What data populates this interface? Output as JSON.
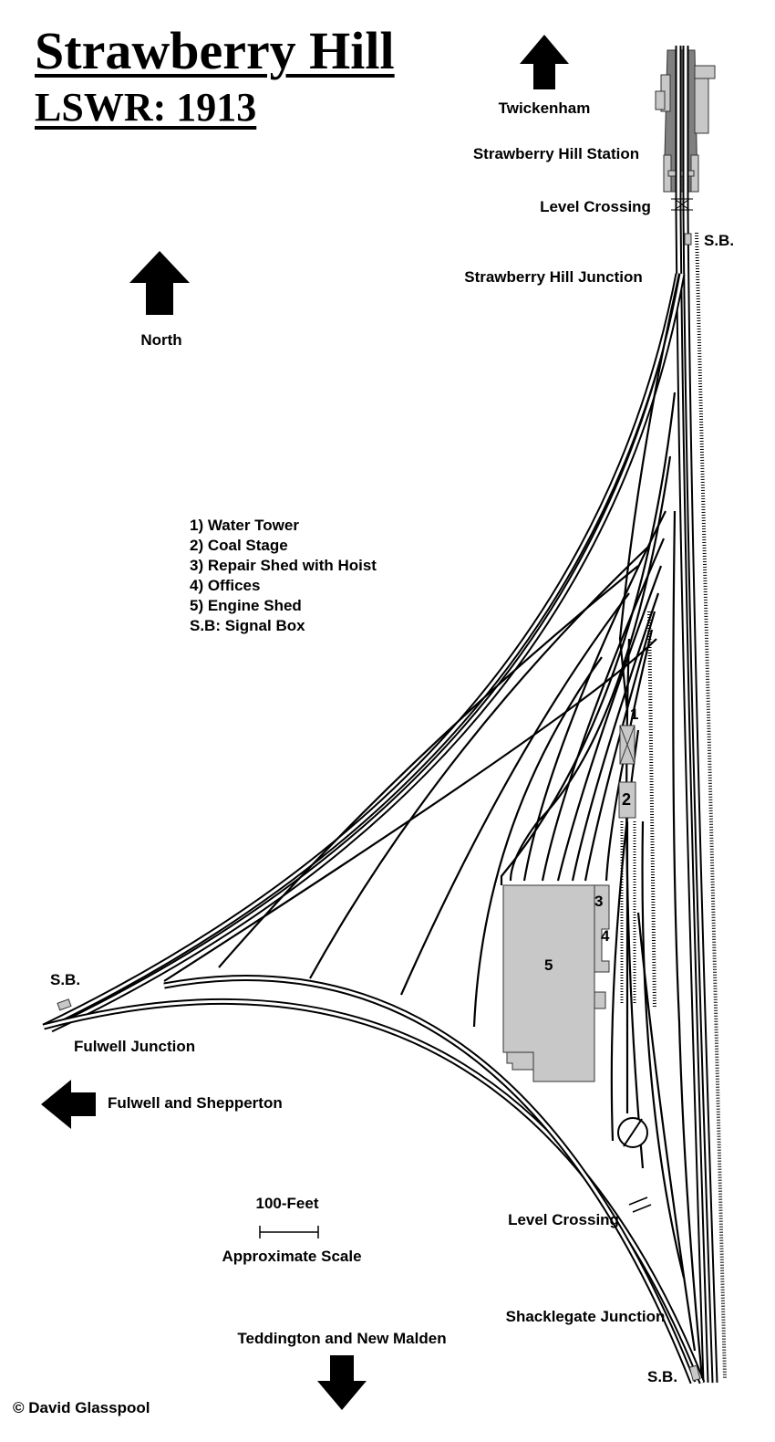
{
  "title": "Strawberry Hill",
  "subtitle": "LSWR: 1913",
  "labels": {
    "twickenham": "Twickenham",
    "station": "Strawberry Hill Station",
    "level_crossing_north": "Level Crossing",
    "sb_north": "S.B.",
    "junction_north": "Strawberry Hill Junction",
    "north": "North",
    "sb_west": "S.B.",
    "fulwell_junction": "Fulwell Junction",
    "fulwell_shepperton": "Fulwell and Shepperton",
    "scale_value": "100-Feet",
    "scale_label": "Approximate Scale",
    "level_crossing_south": "Level Crossing",
    "shacklegate_junction": "Shacklegate Junction",
    "teddington": "Teddington and New Malden",
    "sb_south": "S.B.",
    "copyright": "© David Glasspool"
  },
  "legend": [
    "1) Water Tower",
    "2) Coal Stage",
    "3) Repair Shed with Hoist",
    "4) Offices",
    "5) Engine Shed",
    "S.B: Signal Box"
  ],
  "buildings": {
    "b1": "1",
    "b2": "2",
    "b3": "3",
    "b4": "4",
    "b5": "5"
  },
  "colors": {
    "building": "#c8c8c8",
    "station_dark": "#808080",
    "track": "#000000"
  }
}
